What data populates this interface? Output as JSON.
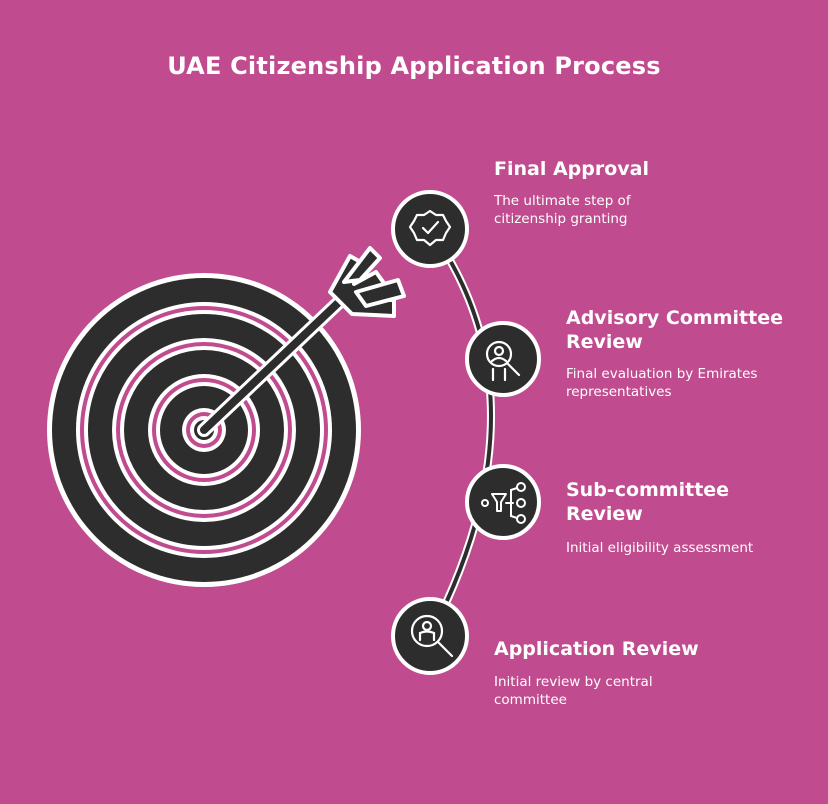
{
  "title": "UAE Citizenship Application Process",
  "colors": {
    "background": "#c04b8f",
    "dark": "#2d2d2d",
    "outline": "#ffffff"
  },
  "steps": [
    {
      "title": "Final Approval",
      "description": "The ultimate step of citizenship granting",
      "icon": "badge-check-icon"
    },
    {
      "title": "Advisory Committee Review",
      "description": "Final evaluation by Emirates representatives",
      "icon": "person-search-icon"
    },
    {
      "title": "Sub-committee Review",
      "description": "Initial eligibility assessment",
      "icon": "filter-network-icon"
    },
    {
      "title": "Application Review",
      "description": "Initial review by central committee",
      "icon": "magnifier-person-icon"
    }
  ]
}
